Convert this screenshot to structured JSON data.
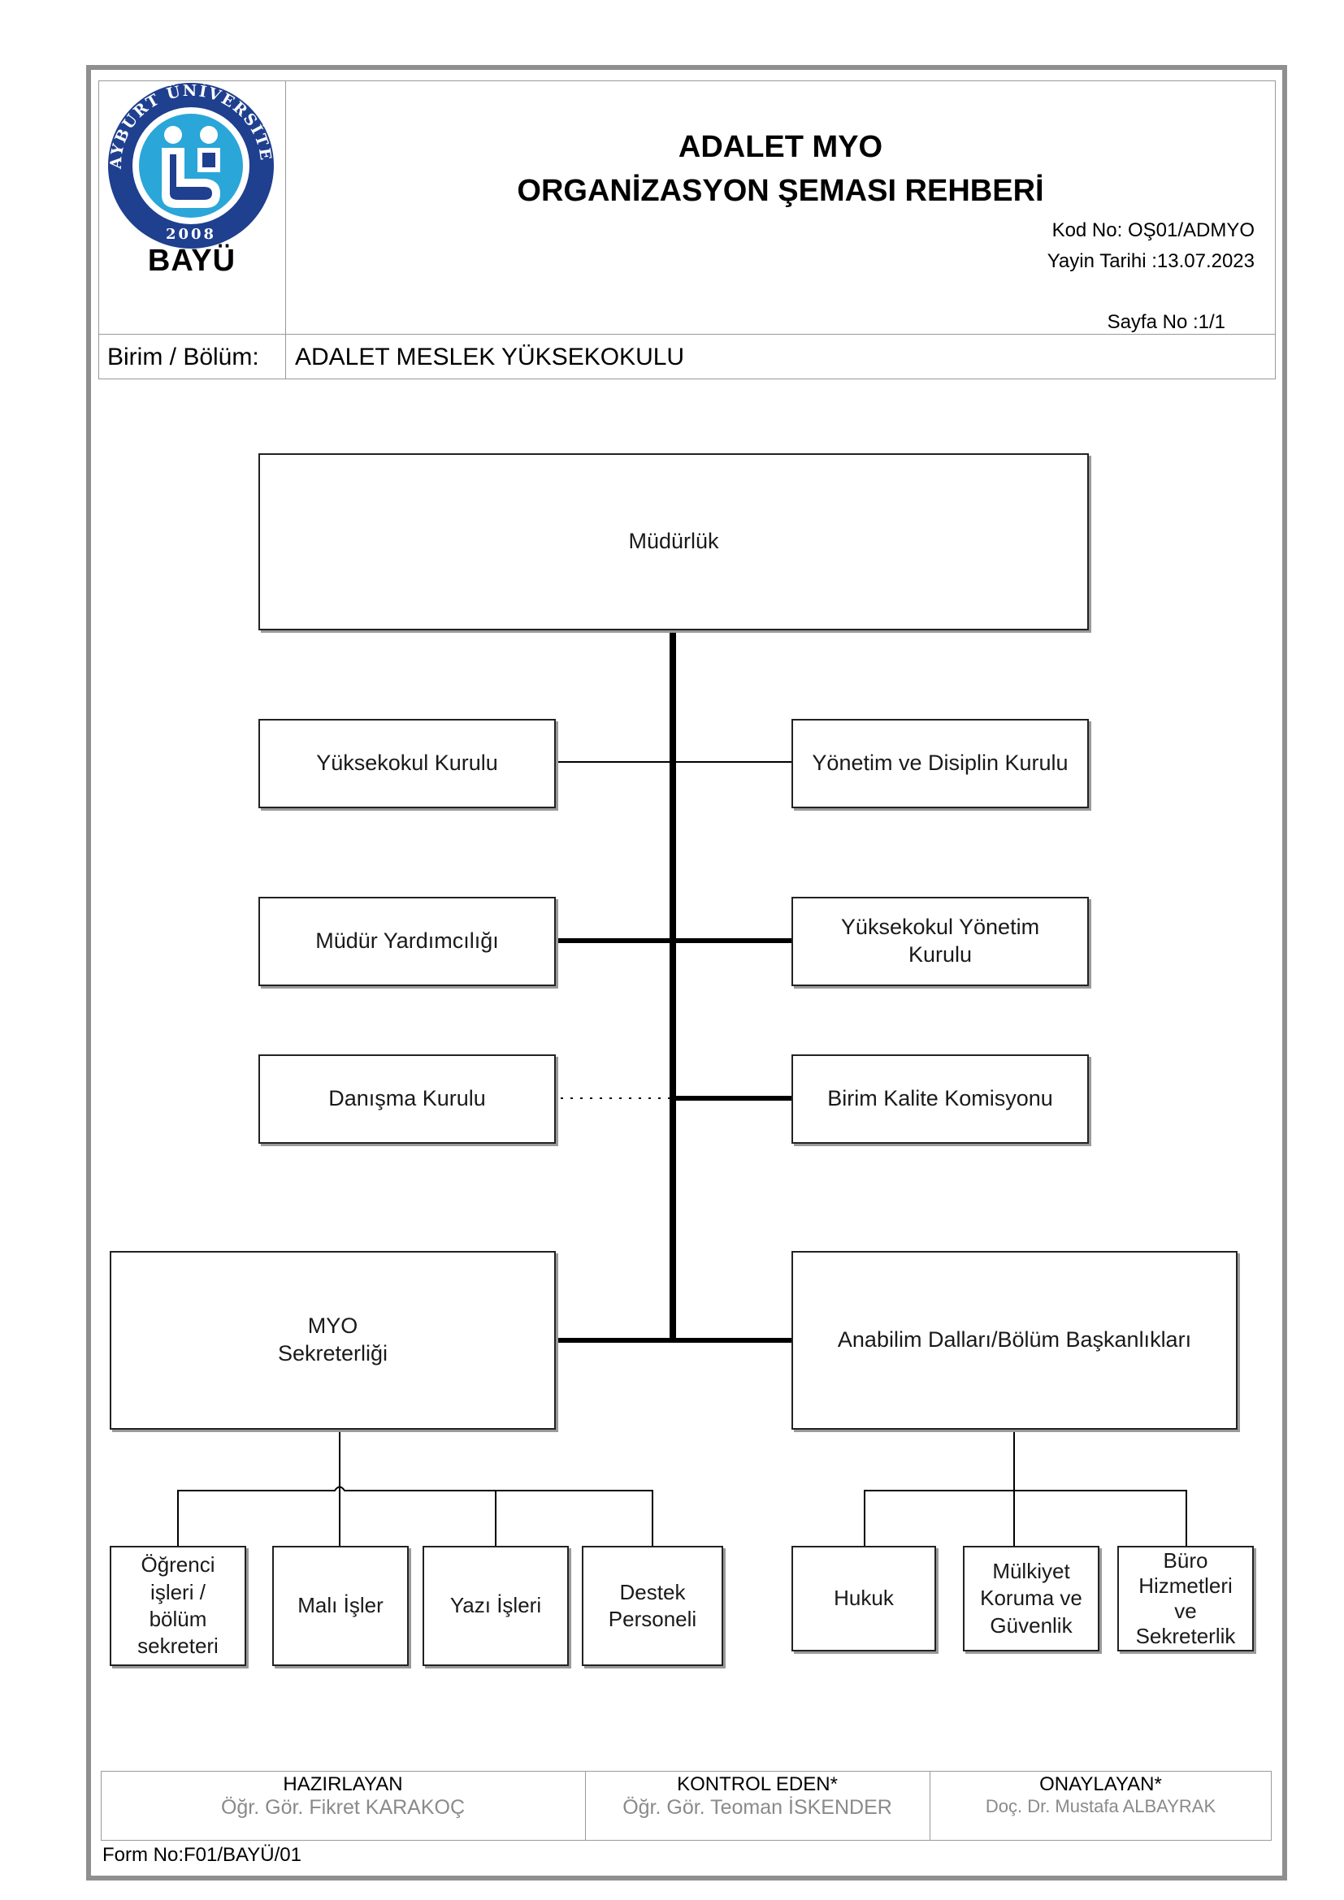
{
  "header": {
    "logo": {
      "ring_text": "BAYBURT ÜNİVERSİTESİ",
      "year": "2008",
      "abbr": "BAYÜ",
      "colors": {
        "ring": "#1f3f8f",
        "inner": "#2aa6d9",
        "figure": "#1f3f8f"
      }
    },
    "title_line1": "ADALET MYO",
    "title_line2": "ORGANİZASYON ŞEMASI REHBERİ",
    "kod_no": "Kod No: OŞ01/ADMYO",
    "yayin_tarihi": "Yayin Tarihi :13.07.2023",
    "sayfa_no": "Sayfa No :1/1",
    "birim_label": "Birim / Bölüm:",
    "birim_value": "ADALET MESLEK YÜKSEKOKULU"
  },
  "org": {
    "mudurluk": "Müdürlük",
    "yuksekokul_kurulu": "Yüksekokul Kurulu",
    "yonetim_disiplin": "Yönetim ve Disiplin Kurulu",
    "mudur_yardimciligi": "Müdür Yardımcılığı",
    "yy_kurulu_l1": "Yüksekokul Yönetim",
    "yy_kurulu_l2": "Kurulu",
    "danisma_kurulu": "Danışma Kurulu",
    "birim_kalite": "Birim Kalite Komisyonu",
    "myo_sek_l1": "MYO",
    "myo_sek_l2": "Sekreterliği",
    "anabilim": "Anabilim Dalları/Bölüm Başkanlıkları",
    "ogrenci_l1": "Öğrenci",
    "ogrenci_l2": "işleri /",
    "ogrenci_l3": "bölüm",
    "ogrenci_l4": "sekreteri",
    "mali_isler": "Malı İşler",
    "yazi_isleri": "Yazı İşleri",
    "destek_l1": "Destek",
    "destek_l2": "Personeli",
    "hukuk": "Hukuk",
    "mulkiyet_l1": "Mülkiyet",
    "mulkiyet_l2": "Koruma ve",
    "mulkiyet_l3": "Güvenlik",
    "buro_l1": "Büro",
    "buro_l2": "Hizmetleri",
    "buro_l3": "ve",
    "buro_l4": "Sekreterlik"
  },
  "footer": {
    "hazirlayan_title": "HAZIRLAYAN",
    "hazirlayan_name": "Öğr. Gör. Fikret KARAKOÇ",
    "kontrol_title": "KONTROL EDEN*",
    "kontrol_name": "Öğr. Gör. Teoman İSKENDER",
    "onaylayan_title": "ONAYLAYAN*",
    "onaylayan_name": "Doç. Dr. Mustafa ALBAYRAK",
    "form_no": "Form No:F01/BAYÜ/01"
  }
}
